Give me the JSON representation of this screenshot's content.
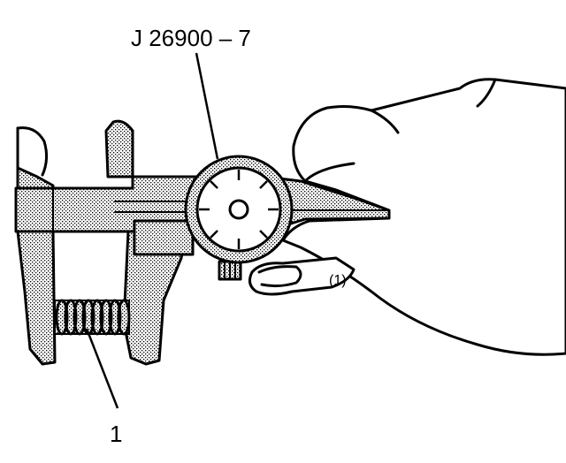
{
  "figure": {
    "tool_label": "J 26900 – 7",
    "part_label": "1",
    "finger_mark": "(1)"
  },
  "colors": {
    "ink": "#000000",
    "stipple_fill": "#b8b8b8",
    "paper": "#ffffff"
  }
}
